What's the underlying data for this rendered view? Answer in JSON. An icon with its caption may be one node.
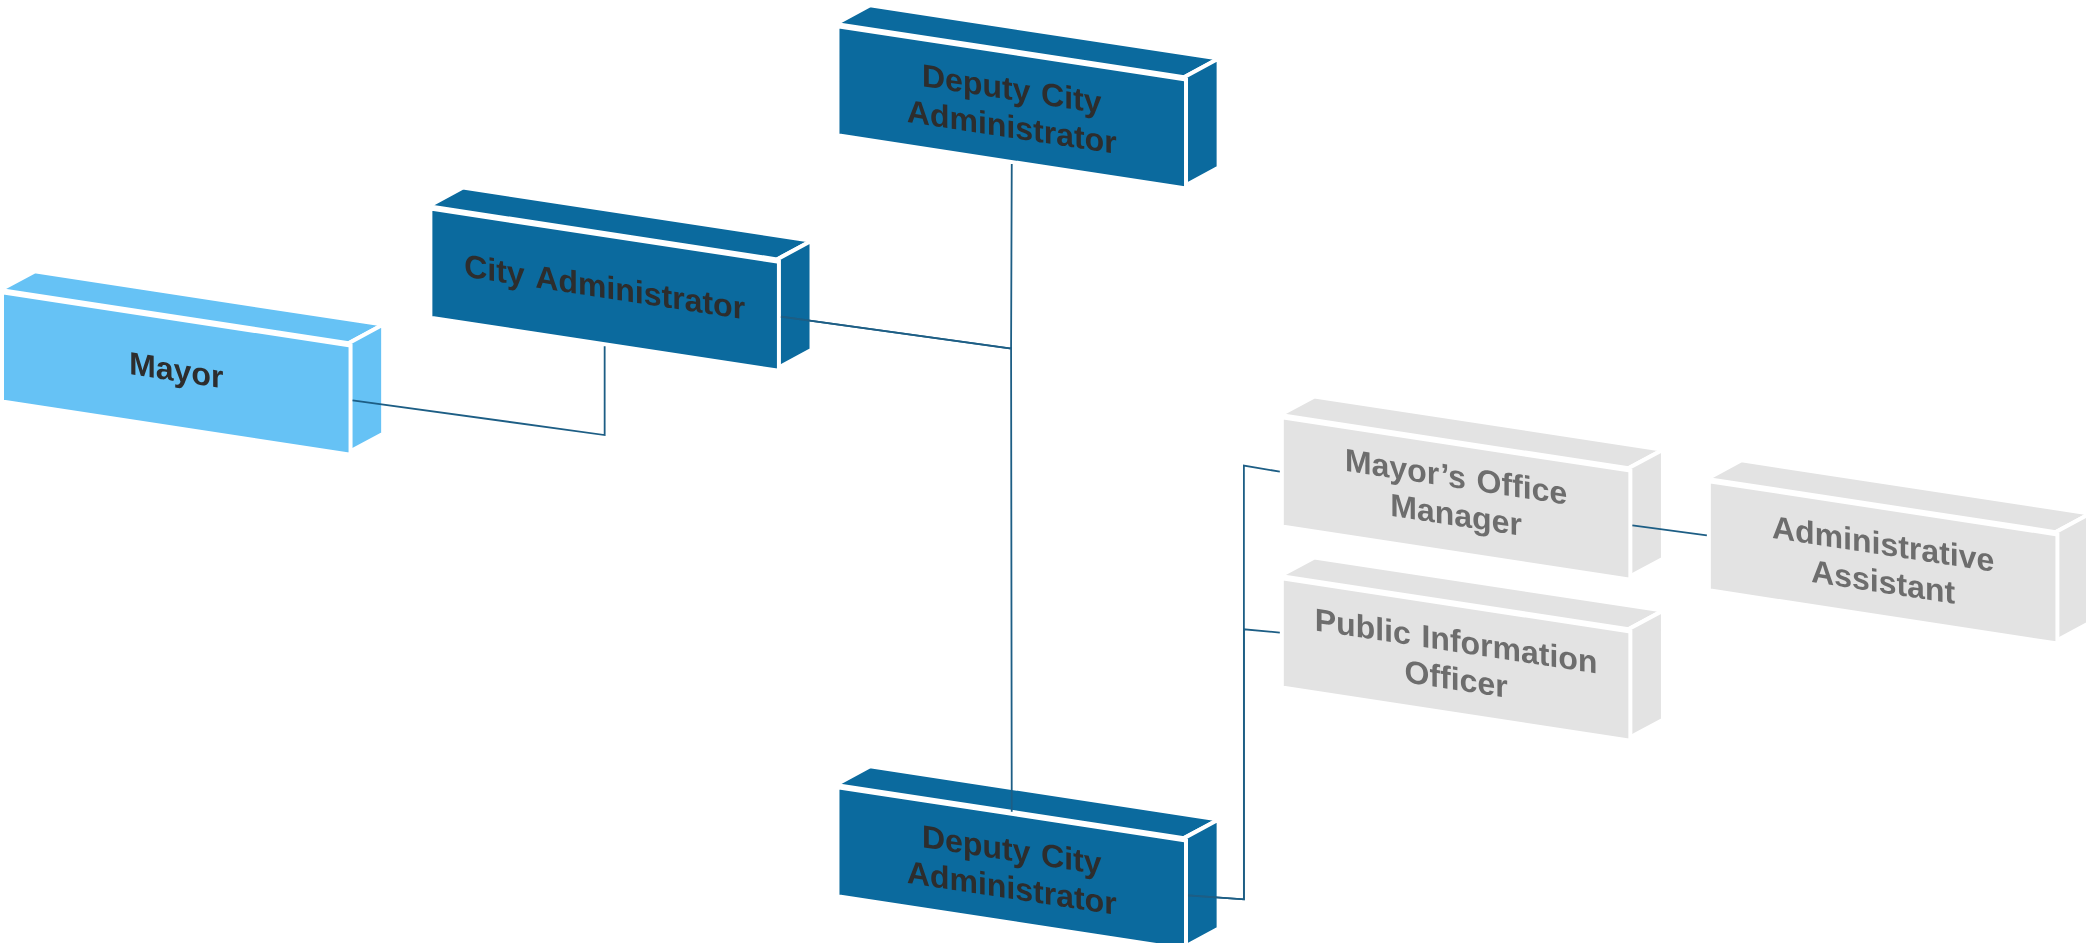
{
  "diagram": {
    "nodes": [
      {
        "text": [
          "Mayor"
        ]
      },
      {
        "text": [
          "City Administrator"
        ]
      },
      {
        "text": [
          "Deputy City Administrator"
        ]
      },
      {
        "text": [
          "Deputy City Administrator"
        ]
      },
      {
        "text": [
          "Mayor’s Office Manager"
        ]
      },
      {
        "text": [
          "Public Information Officer"
        ]
      },
      {
        "text": [
          "Administrative Assistant"
        ]
      }
    ],
    "edges": [
      {
        "from": 0,
        "to": 1,
        "arrow": "none"
      },
      {
        "from": 1,
        "to": 2,
        "arrow": "none"
      },
      {
        "from": 1,
        "to": 3,
        "arrow": "none"
      },
      {
        "from": 3,
        "to": 4,
        "arrow": "none"
      },
      {
        "from": 3,
        "to": 5,
        "arrow": "none"
      },
      {
        "from": 4,
        "to": 6,
        "arrow": "none"
      }
    ]
  }
}
